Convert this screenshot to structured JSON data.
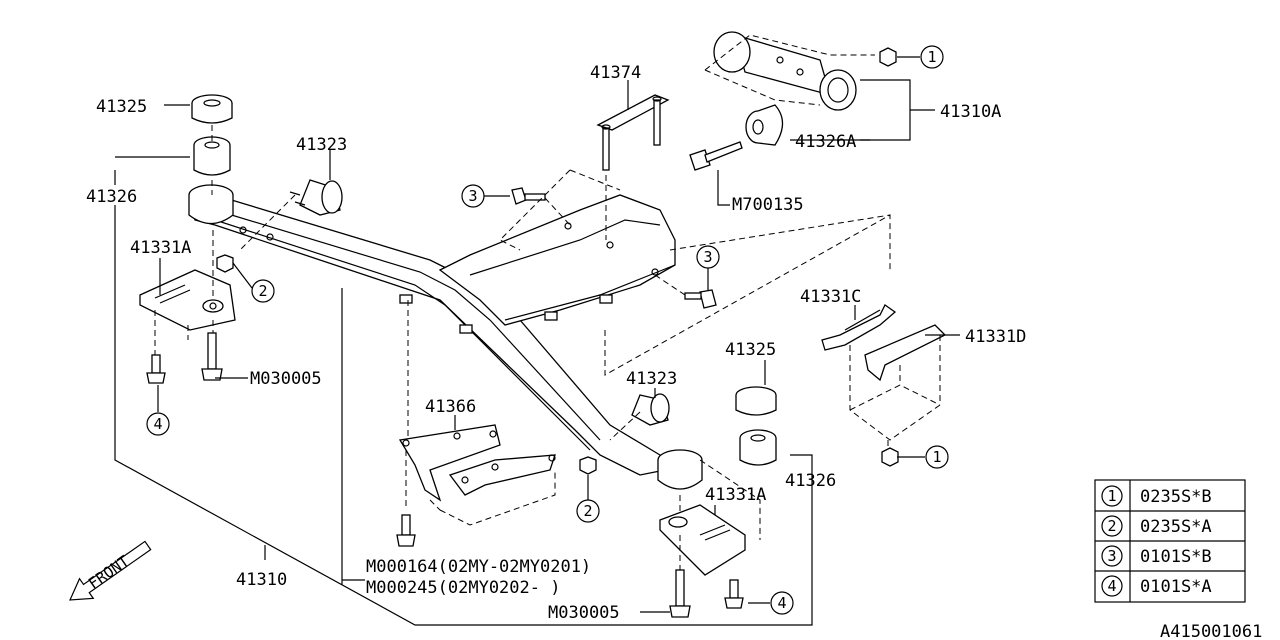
{
  "parts": {
    "p41325_top": "41325",
    "p41326_left": "41326",
    "p41323_top": "41323",
    "p41331a_left": "41331A",
    "m030005_left": "M030005",
    "p41374": "41374",
    "p41310a": "41310A",
    "p41326a": "41326A",
    "m700135": "M700135",
    "p41331c": "41331C",
    "p41331d": "41331D",
    "p41325_right": "41325",
    "p41323_mid": "41323",
    "p41326_right": "41326",
    "p41331a_right": "41331A",
    "p41366": "41366",
    "m000164": "M000164(02MY-02MY0201)",
    "m000245": "M000245(02MY0202-    )",
    "m030005_bottom": "M030005",
    "p41310": "41310",
    "front": "FRONT",
    "diagram_id": "A415001061"
  },
  "callouts": {
    "c1": "1",
    "c2": "2",
    "c3": "3",
    "c4": "4"
  },
  "legend": [
    {
      "num": "1",
      "code": "0235S*B"
    },
    {
      "num": "2",
      "code": "0235S*A"
    },
    {
      "num": "3",
      "code": "0101S*B"
    },
    {
      "num": "4",
      "code": "0101S*A"
    }
  ]
}
